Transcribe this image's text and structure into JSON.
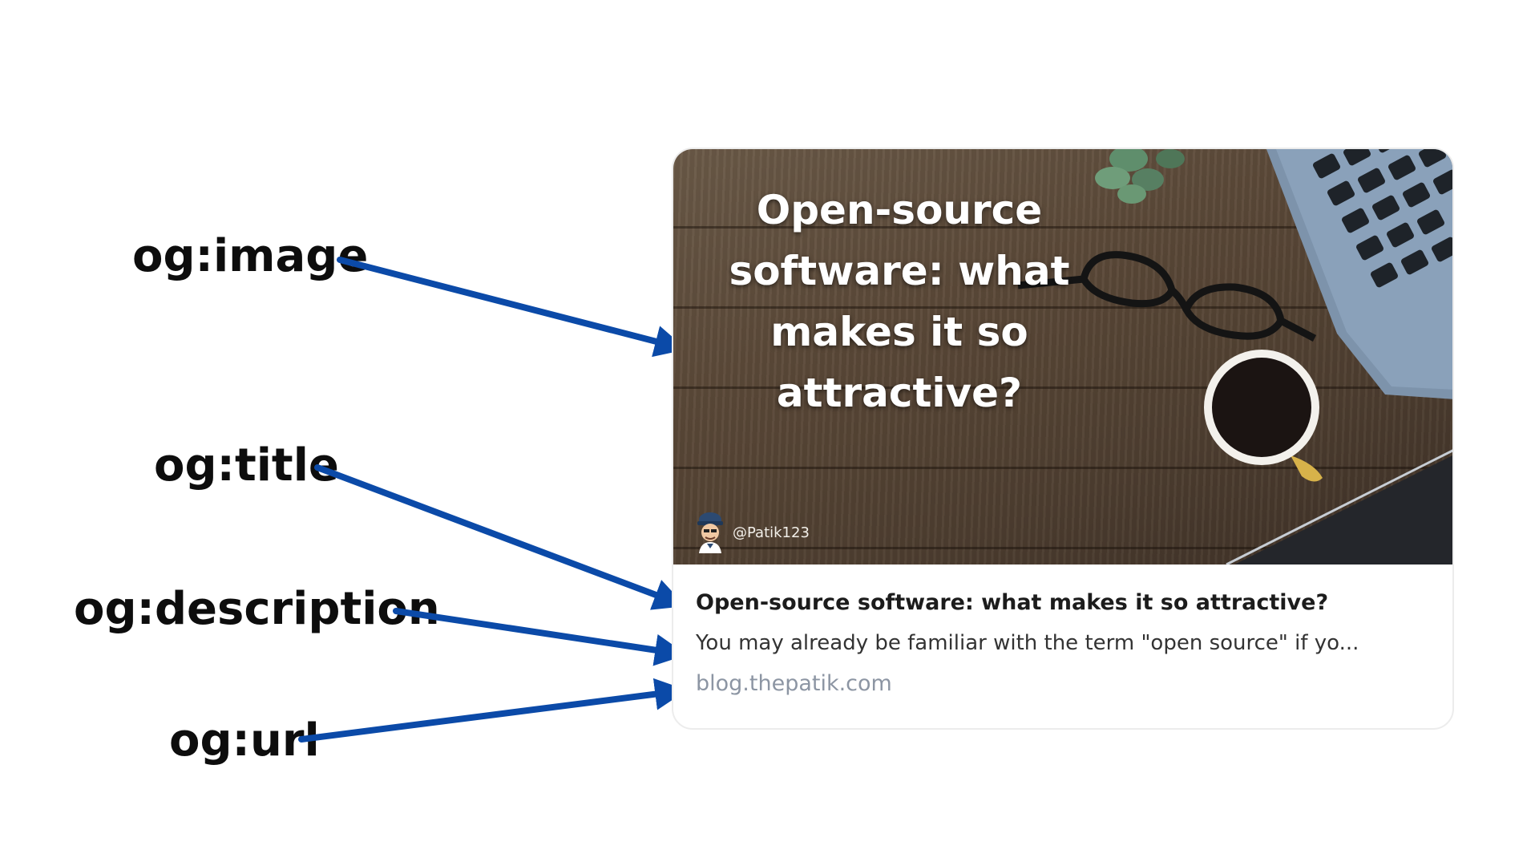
{
  "labels": {
    "image": "og:image",
    "title": "og:title",
    "description": "og:description",
    "url": "og:url"
  },
  "card": {
    "image_headline": "Open-source software: what makes it so attractive?",
    "author_handle": "@Patik123",
    "title": "Open-source software: what makes it so attractive?",
    "description": "You may already be familiar with the term \"open source\" if yo...",
    "url": "blog.thepatik.com"
  },
  "colors": {
    "arrow": "#0b4aa8",
    "label_text": "#0d0d0d",
    "card_border": "#ececec",
    "url_text": "#8c95a3"
  },
  "icons": [
    "arrow-icon",
    "avatar-icon"
  ]
}
